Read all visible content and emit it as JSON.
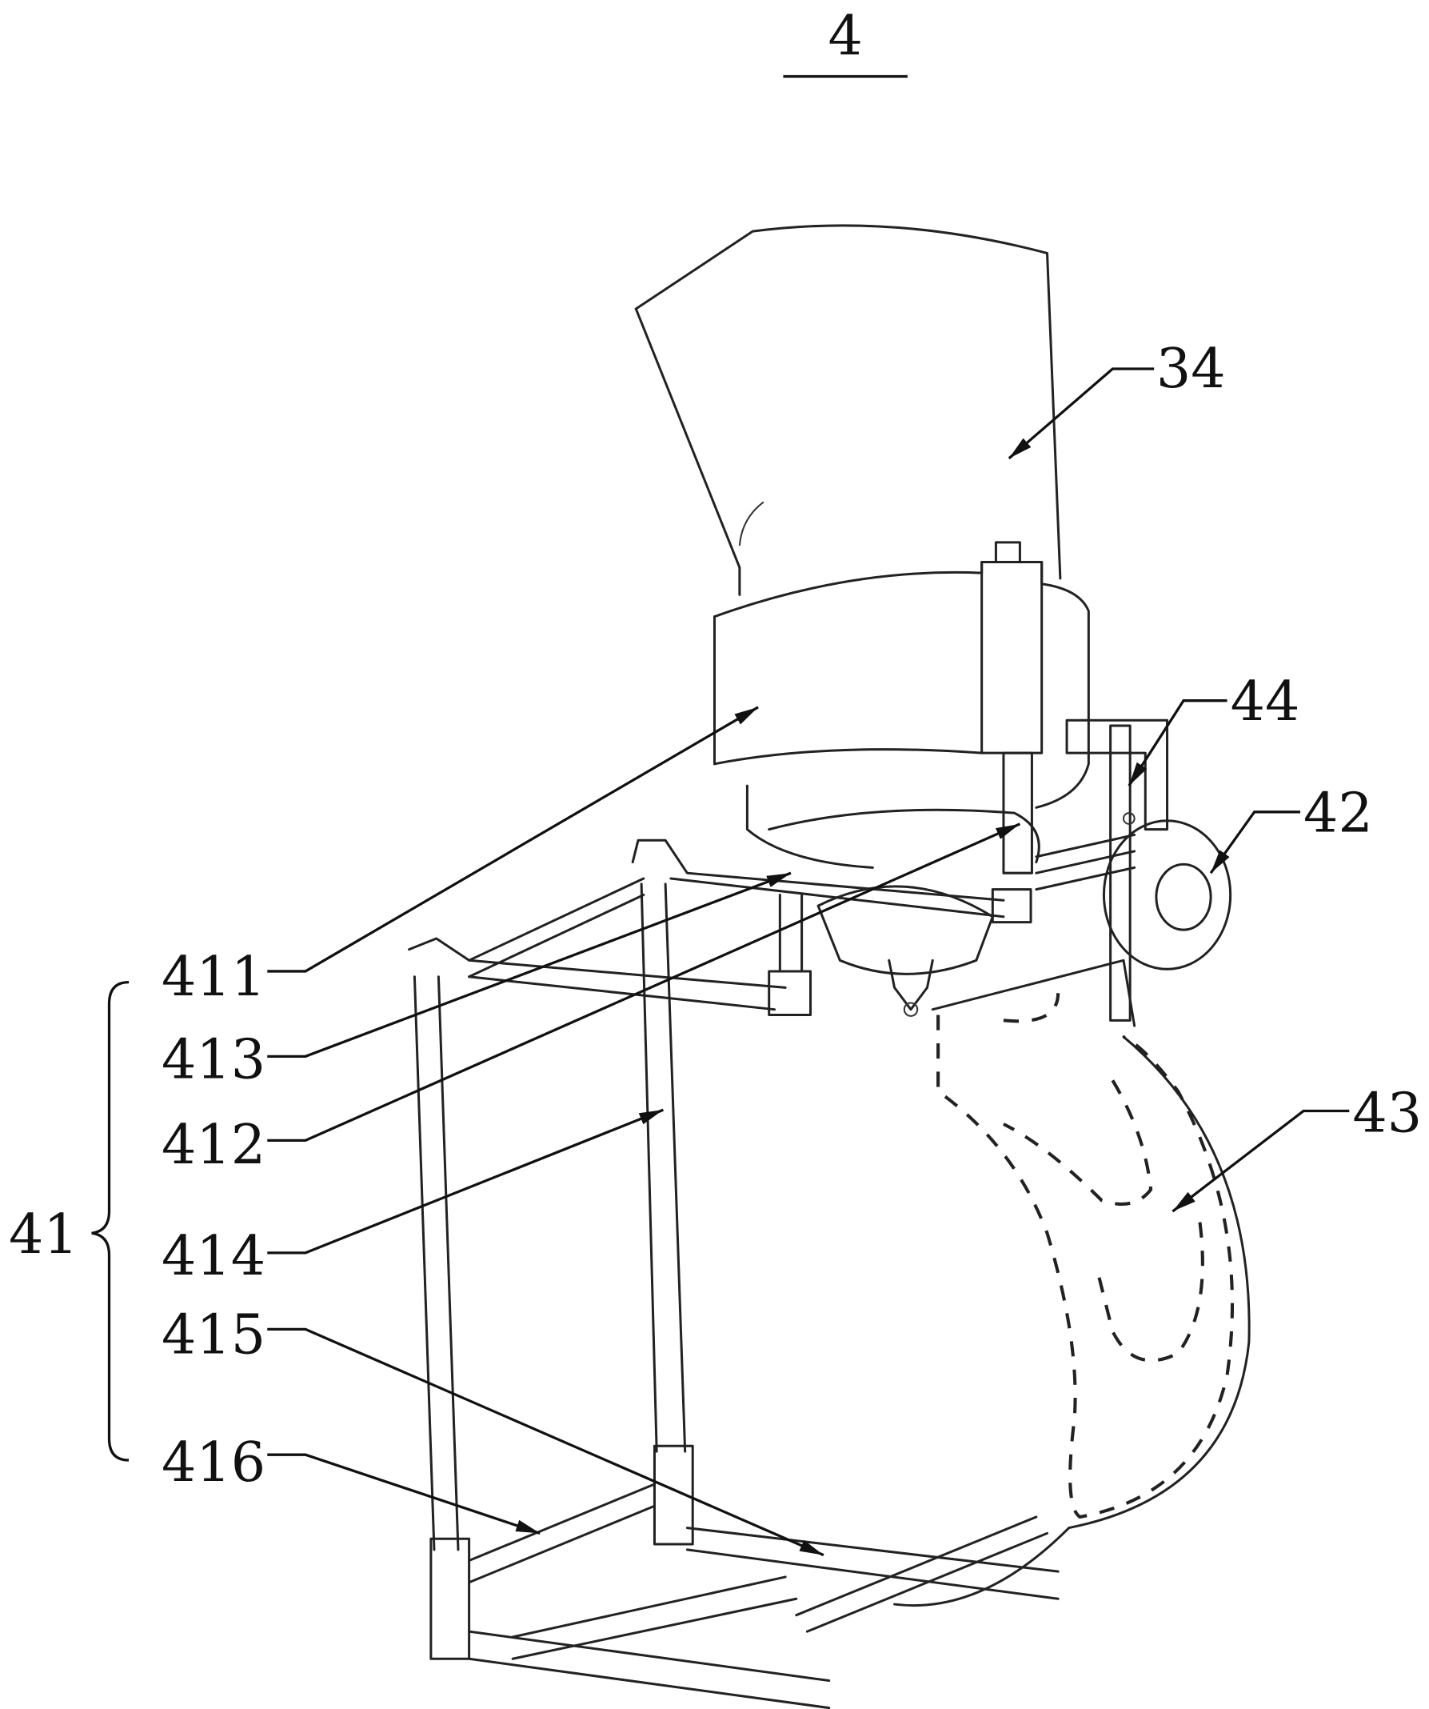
{
  "figure": {
    "number": "4",
    "labels": {
      "hopper": "34",
      "clip": "44",
      "fan": "42",
      "bag": "43",
      "frame_group": "41",
      "part_411": "411",
      "part_413": "413",
      "part_412": "412",
      "part_414": "414",
      "part_415": "415",
      "part_416": "416"
    }
  }
}
